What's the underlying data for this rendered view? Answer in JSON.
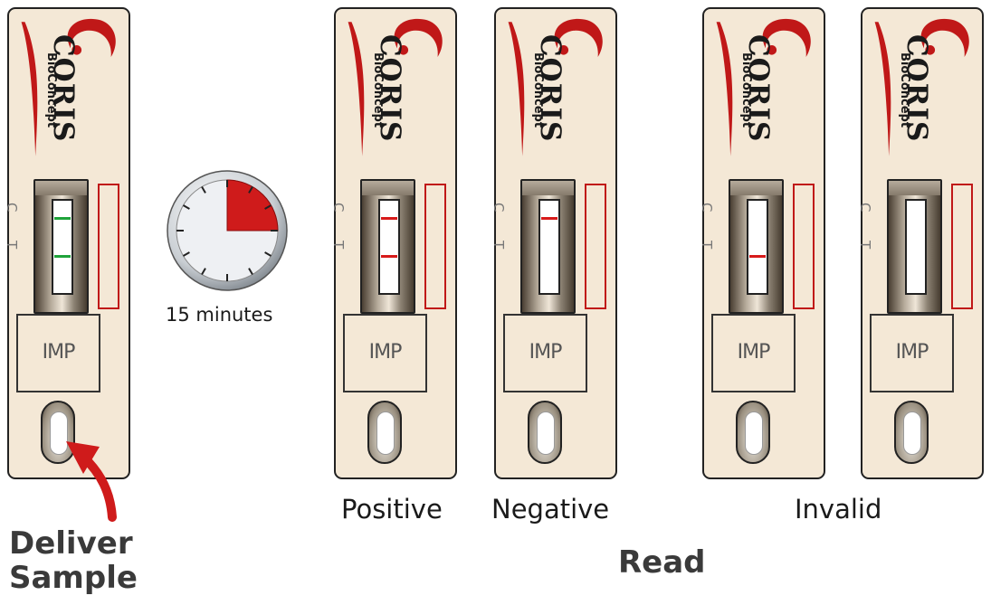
{
  "colors": {
    "cassette": "#f4e8d6",
    "brand_red": "#c01818",
    "green_band": "#1fa33a",
    "red_band": "#d71a1a"
  },
  "brand": {
    "name": "CORIS",
    "subtitle": "BioConcept"
  },
  "window_labels": {
    "control": "C",
    "test": "T"
  },
  "pad_label": "IMP",
  "timer": {
    "label": "15 minutes",
    "elapsed_fraction": 0.25
  },
  "cassettes": [
    {
      "id": "sample",
      "control_band": "green",
      "test_band": "green"
    },
    {
      "id": "positive",
      "control_band": "red",
      "test_band": "red"
    },
    {
      "id": "negative",
      "control_band": "red",
      "test_band": "none"
    },
    {
      "id": "invalid-1",
      "control_band": "none",
      "test_band": "red"
    },
    {
      "id": "invalid-2",
      "control_band": "none",
      "test_band": "none"
    }
  ],
  "captions": {
    "positive": "Positive",
    "negative": "Negative",
    "invalid": "Invalid",
    "deliver_line1": "Deliver",
    "deliver_line2": "Sample",
    "read": "Read"
  }
}
